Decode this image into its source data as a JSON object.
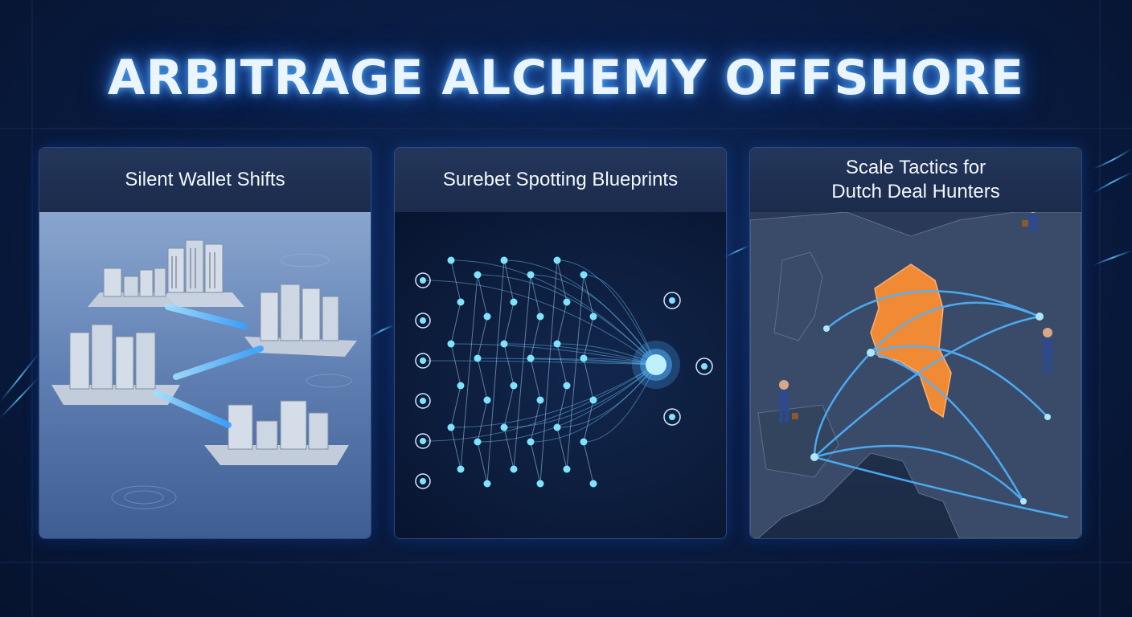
{
  "page": {
    "title": "ARBITRAGE ALCHEMY OFFSHORE"
  },
  "panels": [
    {
      "title_lines": [
        "Silent Wallet Shifts"
      ]
    },
    {
      "title_lines": [
        "Surebet Spotting Blueprints"
      ]
    },
    {
      "title_lines": [
        "Scale Tactics for",
        "Dutch Deal Hunters"
      ]
    }
  ],
  "colors": {
    "background": "#0a1d44",
    "glow": "#4fb4ff",
    "node": "#7fe3ff",
    "netherlands": "#f08a35"
  }
}
